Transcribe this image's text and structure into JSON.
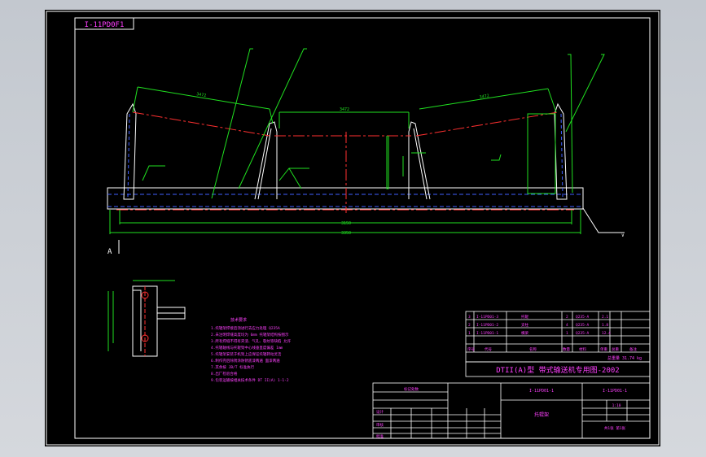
{
  "drawing_code": "I-11PD0F1",
  "view_label": "A",
  "dims": {
    "left_slope": "3472",
    "center": "3472",
    "right_slope": "3472",
    "overall_inner": "3150",
    "overall": "3350"
  },
  "notes_title": "技术要求",
  "notes": [
    "1.托辊架焊接后须进行去应力处理 Q235A",
    "2.未注明焊缝高度均为 6mm 托辊架结构按图示",
    "3.所有焊缝不得有夹渣、气孔、裂纹等缺陷 允许",
    "4.托辊轴线与托辊架中心线垂直度偏差 1mm",
    "5.托辊架安装于机架上应保证托辊转动灵活",
    "6.制作完后除锈涂防锈底漆两遍 面漆两遍",
    "7.其余按 JB/T 标准执行",
    "8.出厂检验合格",
    "9.包装运输按相关技术条件 DT II(A) 1-1-2"
  ],
  "parts_rows": [
    {
      "no": "3",
      "code": "I-11PD01-3",
      "name": "托辊",
      "qty": "2",
      "mat": "Q235-A",
      "weight": "2.1"
    },
    {
      "no": "2",
      "code": "I-11PD01-2",
      "name": "支柱",
      "qty": "4",
      "mat": "Q235-A",
      "weight": "1.8"
    },
    {
      "no": "1",
      "code": "I-11PD01-1",
      "name": "横梁",
      "qty": "1",
      "mat": "Q235-A",
      "weight": "12.4"
    }
  ],
  "parts_header": [
    "序号",
    "代号",
    "名称",
    "数量",
    "材料",
    "单重",
    "总重",
    "备注"
  ],
  "title_line": "DTII(A)型 带式输送机专用图-2002",
  "weight_label": "总重量 31.74 kg",
  "title_block": {
    "drawing_no": "I-11PD01-1",
    "name": "托辊架",
    "scale": "1:10",
    "sheet": "共1张 第1张",
    "revision_title": "标记处数",
    "designer": "设计",
    "checker": "审核",
    "approver": "批准"
  }
}
